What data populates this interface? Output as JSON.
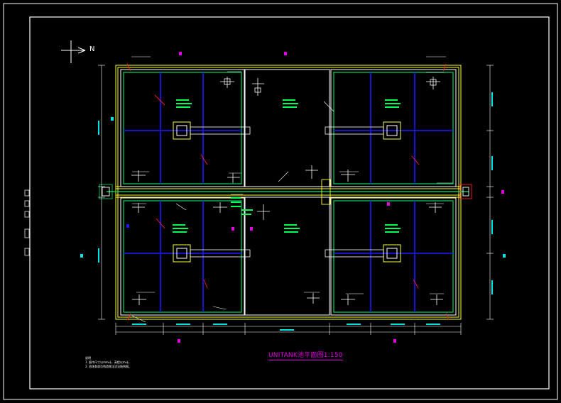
{
  "drawing": {
    "north_label": "N",
    "title": "UNITANK池平面图1:150",
    "notes_heading": "说明",
    "notes": [
      "1. 图中尺寸以mm计，高程以m计。",
      "2. 池体各部位构造做法详见结构图。"
    ]
  },
  "colors": {
    "background": "#000000",
    "frame": "#ffffff",
    "wall_outer": "#ffff33",
    "wall_inner": "#ffffff",
    "pipe_main": "#1a1aff",
    "pipe_secondary": "#00c853",
    "callout": "#ff2020",
    "annotation": "#00ff55",
    "dimension": "#00e5e5",
    "marker": "#e000e0"
  }
}
